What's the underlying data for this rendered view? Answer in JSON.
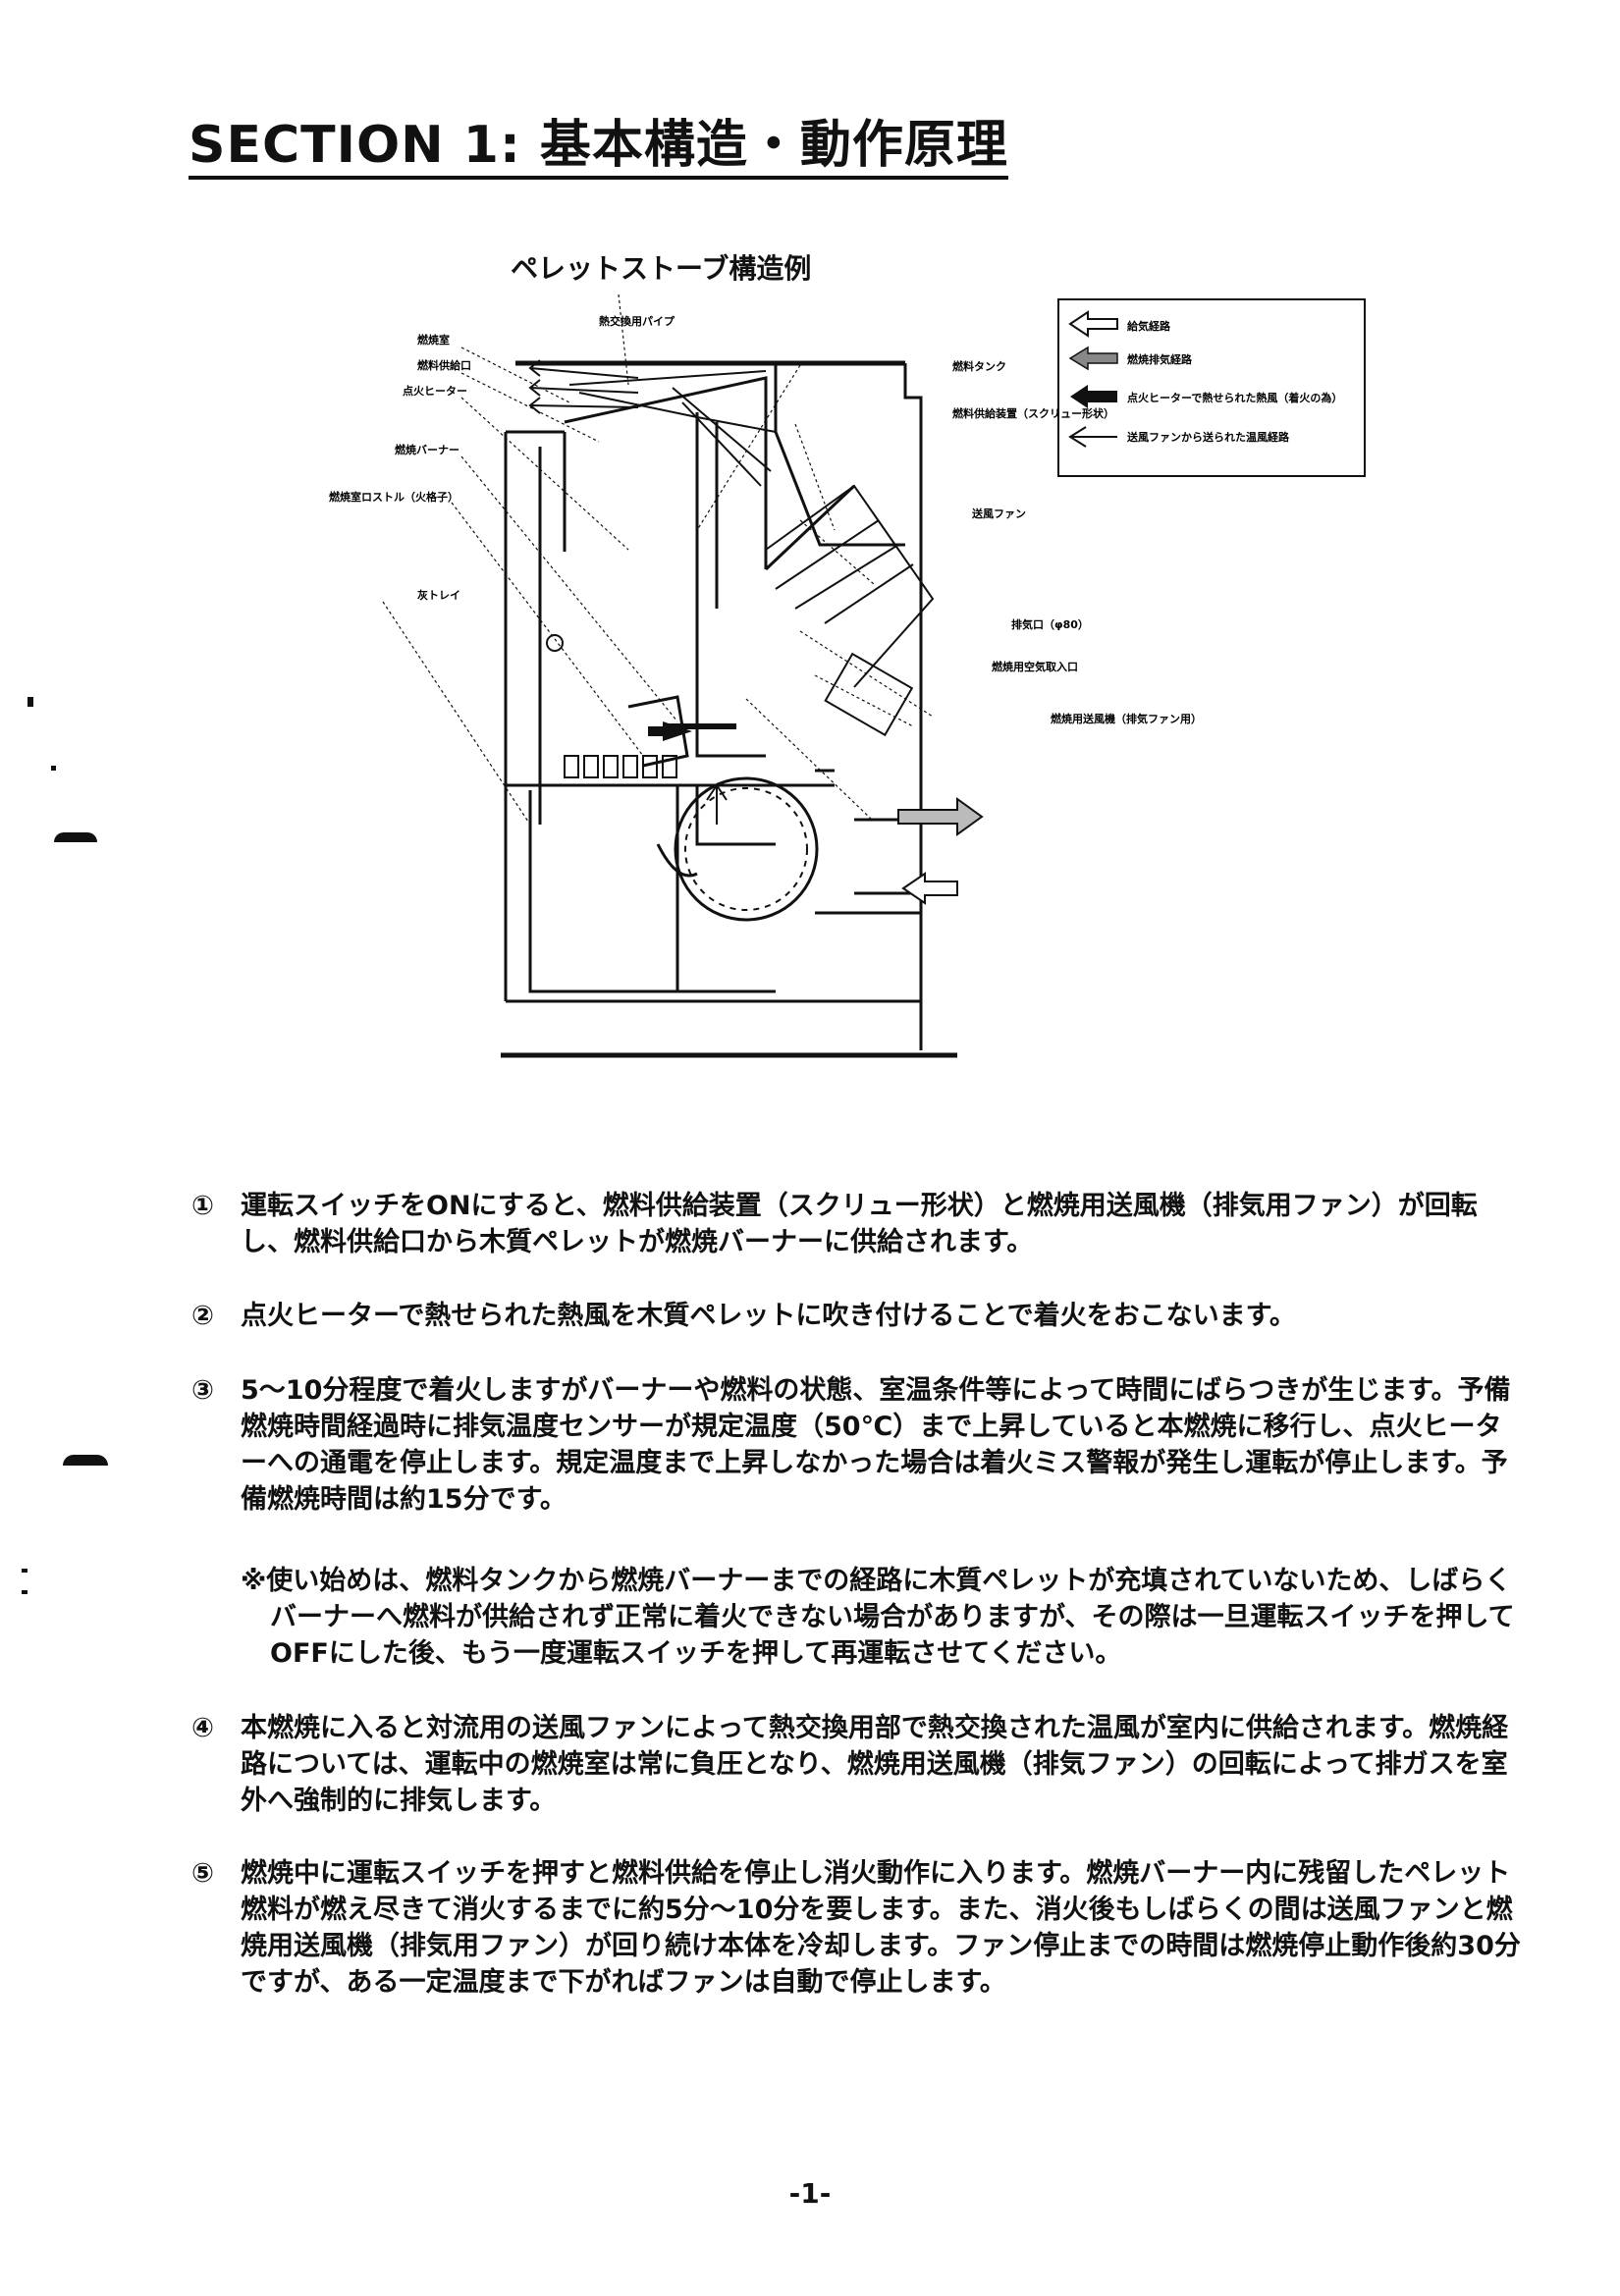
{
  "page_title": "SECTION 1: 基本構造・動作原理",
  "diagram": {
    "title": "ペレットストーブ構造例",
    "legend": [
      {
        "label": "給気経路",
        "icon": "hollow-arrow-left-icon"
      },
      {
        "label": "燃焼排気経路",
        "icon": "hatched-arrow-left-icon"
      },
      {
        "label": "点火ヒーターで熱せられた熱風（着火の為）",
        "icon": "solid-arrow-left-icon"
      },
      {
        "label": "送風ファンから送られた温風経路",
        "icon": "line-arrow-left-icon"
      }
    ],
    "labels": {
      "heat_exchange_pipe": "熱交換用パイプ",
      "combustion_chamber": "燃焼室",
      "fuel_inlet": "燃料供給口",
      "igniter": "点火ヒーター",
      "burner": "燃焼バーナー",
      "grate": "燃焼室ロストル（火格子）",
      "ash_tray": "灰トレイ",
      "fuel_tank": "燃料タンク",
      "feeder": "燃料供給装置（スクリュー形状）",
      "blower_fan": "送風ファン",
      "exhaust_port": "排気口（φ80）",
      "air_intake": "燃焼用空気取入口",
      "combustion_blower": "燃焼用送風機（排気ファン用）"
    }
  },
  "paragraphs": [
    {
      "num": "①",
      "text": "運転スイッチをONにすると、燃料供給装置（スクリュー形状）と燃焼用送風機（排気用ファン）が回転し、燃料供給口から木質ペレットが燃焼バーナーに供給されます。"
    },
    {
      "num": "②",
      "text": "点火ヒーターで熱せられた熱風を木質ペレットに吹き付けることで着火をおこないます。"
    },
    {
      "num": "③",
      "text": "5～10分程度で着火しますがバーナーや燃料の状態、室温条件等によって時間にばらつきが生じます。予備燃焼時間経過時に排気温度センサーが規定温度（50℃）まで上昇していると本燃焼に移行し、点火ヒーターへの通電を停止します。規定温度まで上昇しなかった場合は着火ミス警報が発生し運転が停止します。予備燃焼時間は約15分です。"
    },
    {
      "num": "④",
      "text": "本燃焼に入ると対流用の送風ファンによって熱交換用部で熱交換された温風が室内に供給されます。燃焼経路については、運転中の燃焼室は常に負圧となり、燃焼用送風機（排気ファン）の回転によって排ガスを室外へ強制的に排気します。"
    },
    {
      "num": "⑤",
      "text": "燃焼中に運転スイッチを押すと燃料供給を停止し消火動作に入ります。燃焼バーナー内に残留したペレット燃料が燃え尽きて消火するまでに約5分～10分を要します。また、消火後もしばらくの間は送風ファンと燃焼用送風機（排気用ファン）が回り続け本体を冷却します。ファン停止までの時間は燃焼停止動作後約30分ですが、ある一定温度まで下がればファンは自動で停止します。"
    }
  ],
  "note": "※使い始めは、燃料タンクから燃焼バーナーまでの経路に木質ペレットが充填されていないため、しばらくバーナーへ燃料が供給されず正常に着火できない場合がありますが、その際は一旦運転スイッチを押してOFFにした後、もう一度運転スイッチを押して再運転させてください。",
  "page_number": "-1-"
}
